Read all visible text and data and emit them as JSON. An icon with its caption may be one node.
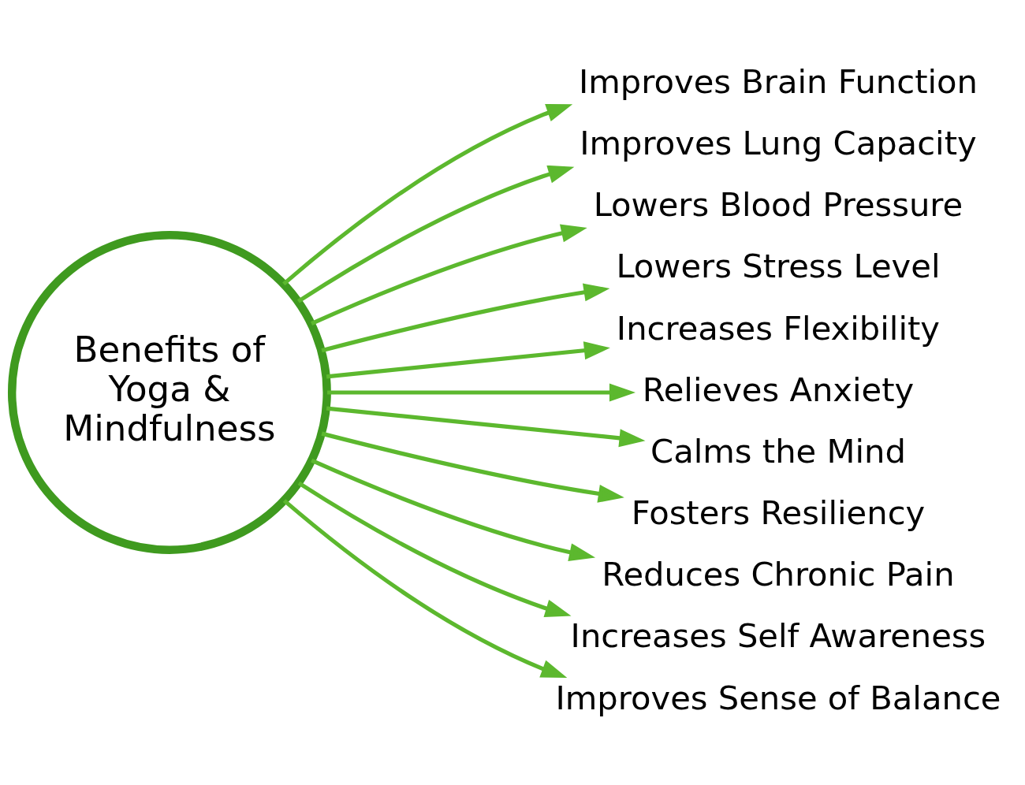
{
  "diagram": {
    "nodes": [
      {
        "text": [
          "Benefits of Yoga & Mindfulness"
        ]
      },
      {
        "text": [
          "Improves Brain Function"
        ]
      },
      {
        "text": [
          "Improves Lung Capacity"
        ]
      },
      {
        "text": [
          "Lowers Blood Pressure"
        ]
      },
      {
        "text": [
          "Lowers Stress Level"
        ]
      },
      {
        "text": [
          "Increases Flexibility"
        ]
      },
      {
        "text": [
          "Relieves Anxiety"
        ]
      },
      {
        "text": [
          "Calms the Mind"
        ]
      },
      {
        "text": [
          "Fosters Resiliency"
        ]
      },
      {
        "text": [
          "Reduces Chronic Pain"
        ]
      },
      {
        "text": [
          "Increases Self Awareness"
        ]
      },
      {
        "text": [
          "Improves Sense of Balance"
        ]
      }
    ],
    "edges": [
      {
        "from": 0,
        "to": 1,
        "arrow": "to"
      },
      {
        "from": 0,
        "to": 2,
        "arrow": "to"
      },
      {
        "from": 0,
        "to": 3,
        "arrow": "to"
      },
      {
        "from": 0,
        "to": 4,
        "arrow": "to"
      },
      {
        "from": 0,
        "to": 5,
        "arrow": "to"
      },
      {
        "from": 0,
        "to": 6,
        "arrow": "to"
      },
      {
        "from": 0,
        "to": 7,
        "arrow": "to"
      },
      {
        "from": 0,
        "to": 8,
        "arrow": "to"
      },
      {
        "from": 0,
        "to": 9,
        "arrow": "to"
      },
      {
        "from": 0,
        "to": 10,
        "arrow": "to"
      },
      {
        "from": 0,
        "to": 11,
        "arrow": "to"
      }
    ]
  }
}
